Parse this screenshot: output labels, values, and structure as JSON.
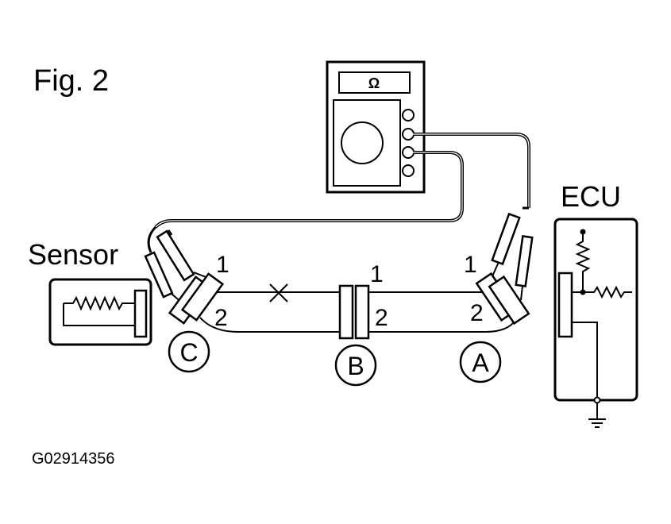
{
  "figure": {
    "title": "Fig. 2",
    "code": "G02914356"
  },
  "components": {
    "sensor_label": "Sensor",
    "ecu_label": "ECU",
    "meter_symbol": "Ω"
  },
  "connectors": {
    "a": "A",
    "b": "B",
    "c": "C"
  },
  "pins": {
    "c_top": "1",
    "c_bottom": "2",
    "b_top": "1",
    "b_bottom": "2",
    "a_top": "1",
    "a_bottom": "2"
  },
  "icons": {
    "ohmmeter": "ohmmeter-icon",
    "open_circuit": "open-circuit-x-icon",
    "ground": "ground-icon",
    "resistor": "resistor-icon"
  },
  "colors": {
    "ink": "#000000",
    "background": "#ffffff"
  }
}
